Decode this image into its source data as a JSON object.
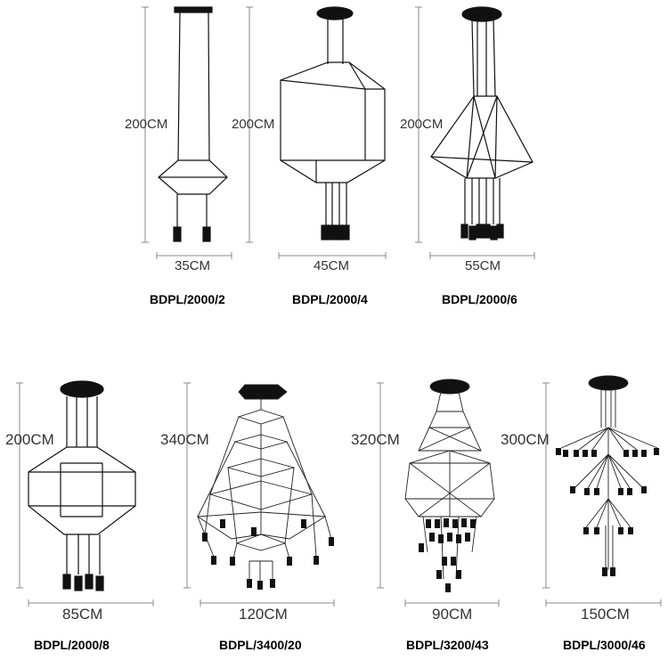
{
  "products": [
    {
      "model": "BDPL/2000/2",
      "height": "200CM",
      "width": "35CM"
    },
    {
      "model": "BDPL/2000/4",
      "height": "200CM",
      "width": "45CM"
    },
    {
      "model": "BDPL/2000/6",
      "height": "200CM",
      "width": "55CM"
    },
    {
      "model": "BDPL/2000/8",
      "height": "200CM",
      "width": "85CM"
    },
    {
      "model": "BDPL/3400/20",
      "height": "340CM",
      "width": "120CM"
    },
    {
      "model": "BDPL/3200/43",
      "height": "320CM",
      "width": "90CM"
    },
    {
      "model": "BDPL/3000/46",
      "height": "300CM",
      "width": "150CM"
    }
  ]
}
